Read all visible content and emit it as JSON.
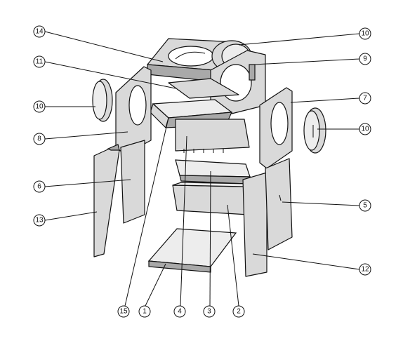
{
  "callouts": [
    {
      "id": "c14",
      "label": "14"
    },
    {
      "id": "c10a",
      "label": "10"
    },
    {
      "id": "c11",
      "label": "11"
    },
    {
      "id": "c9",
      "label": "9"
    },
    {
      "id": "c10b",
      "label": "10"
    },
    {
      "id": "c7",
      "label": "7"
    },
    {
      "id": "c8",
      "label": "8"
    },
    {
      "id": "c10c",
      "label": "10"
    },
    {
      "id": "c6",
      "label": "6"
    },
    {
      "id": "c5",
      "label": "5"
    },
    {
      "id": "c13",
      "label": "13"
    },
    {
      "id": "c12",
      "label": "12"
    },
    {
      "id": "c15",
      "label": "15"
    },
    {
      "id": "c1",
      "label": "1"
    },
    {
      "id": "c4",
      "label": "4"
    },
    {
      "id": "c3",
      "label": "3"
    },
    {
      "id": "c2",
      "label": "2"
    }
  ]
}
